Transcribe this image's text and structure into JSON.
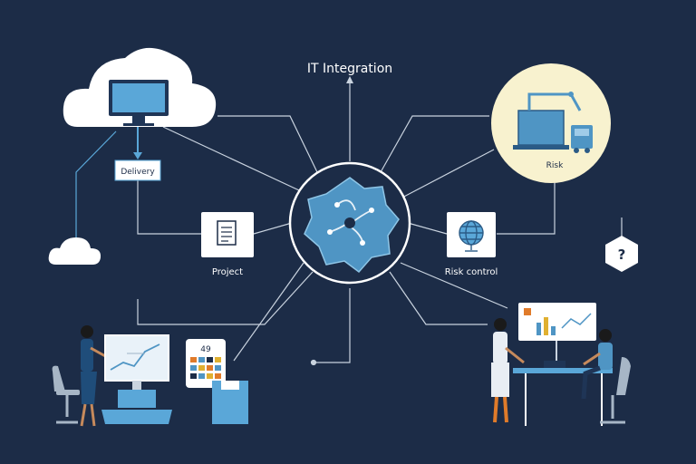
{
  "title": "IT Integration",
  "labels": {
    "delivery": "Delivery",
    "project": "Project",
    "risk": "Risk",
    "risk_control": "Risk control",
    "calendar_number": "49",
    "help_symbol": "?"
  },
  "colors": {
    "background": "#1c2c47",
    "line": "#c9d3df",
    "accent_blue": "#4f95c4",
    "light_blue": "#5aa7d8",
    "risk_circle": "#f8f2cf",
    "hub_border": "#ffffff",
    "orange": "#e07b2a"
  },
  "icons": [
    "cloud-icon",
    "monitor-icon",
    "document-icon",
    "globe-icon",
    "truck-icon",
    "laptop-icon",
    "question-icon",
    "gear-network-icon",
    "calendar-icon",
    "chart-icon"
  ]
}
